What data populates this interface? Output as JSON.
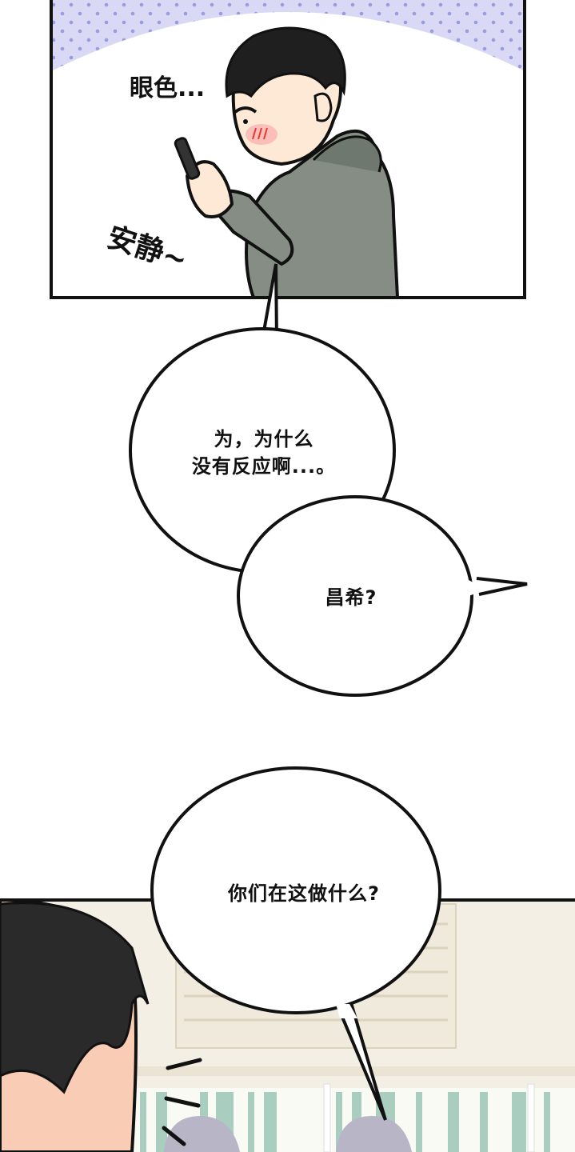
{
  "comic": {
    "panel1": {
      "sfx_glance": "眼色...",
      "sfx_quiet": "安静~",
      "colors": {
        "sky": "#d9d9f6",
        "dots": "#9b9be0",
        "hoodie": "#858d84",
        "hair": "#1f1f1f",
        "skin": "#fde9d6",
        "blush": "#ef5350"
      }
    },
    "bubbles": [
      {
        "id": "why-no-reaction",
        "text": "为，为什么\n没有反应啊...。"
      },
      {
        "id": "changxi",
        "text": "昌希?"
      },
      {
        "id": "what-are-you-doing",
        "text": "你们在这做什么?"
      }
    ],
    "panel2": {
      "colors": {
        "wall": "#f4efe4",
        "stripe": "#a9cdbf",
        "hair": "#2a2a2a",
        "skin": "#f9cdb5",
        "floor": "#b8b6c6"
      }
    }
  }
}
